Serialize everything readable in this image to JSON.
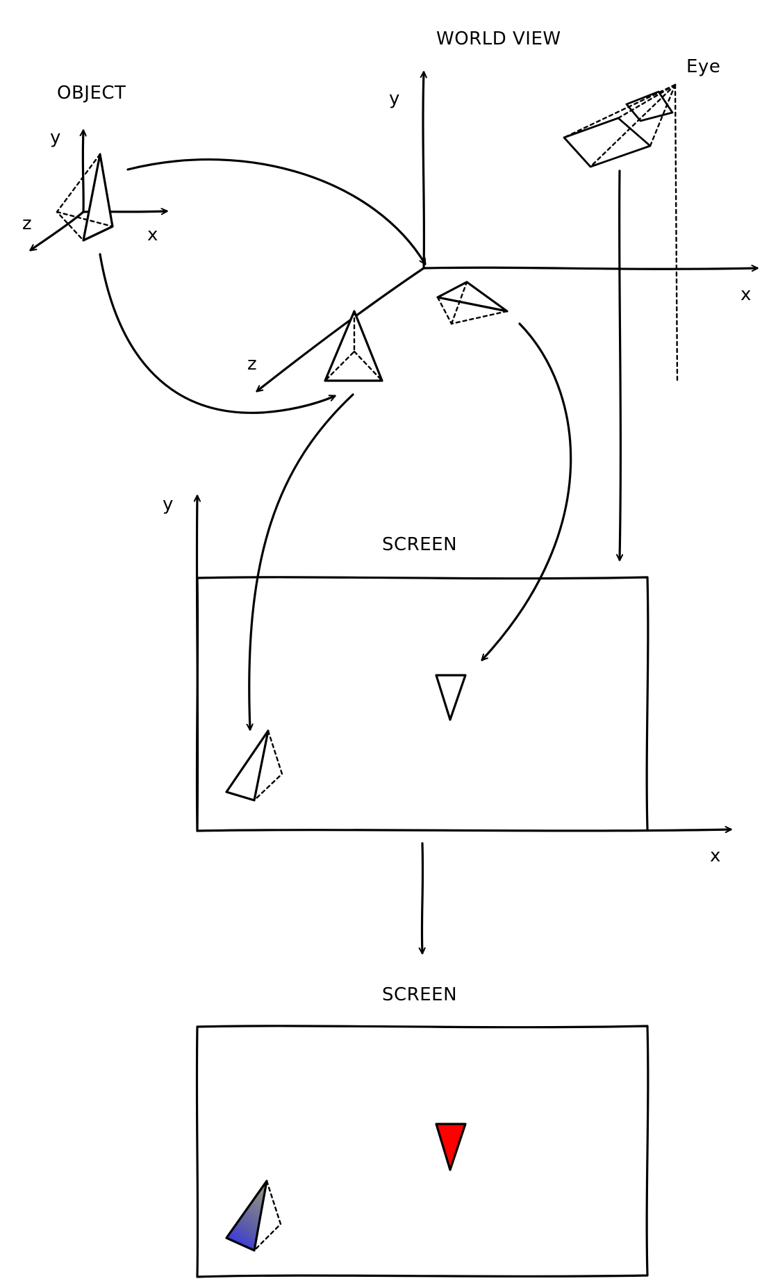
{
  "labels": {
    "object_title": "OBJECT",
    "world_title": "WORLD VIEW",
    "eye": "Eye",
    "screen1_title": "SCREEN",
    "screen2_title": "SCREEN",
    "obj_y": "y",
    "obj_x": "x",
    "obj_z": "z",
    "world_y": "y",
    "world_x": "x",
    "world_z": "z",
    "screen_y": "y",
    "screen_x": "x"
  },
  "colors": {
    "stroke": "#000000",
    "red_triangle": "#ff0000",
    "blue_shade": "#2a2aff",
    "grey_shade": "#8a8a8a"
  }
}
